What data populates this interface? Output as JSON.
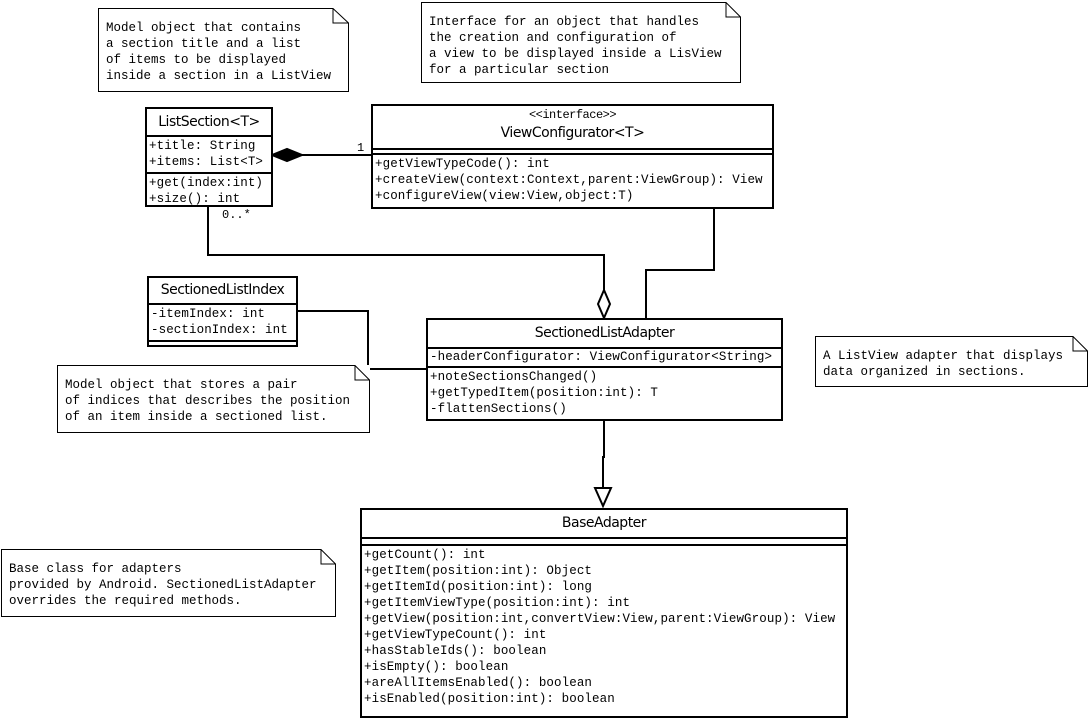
{
  "notes": [
    {
      "lines": [
        "Model object that contains",
        "a section title and a list",
        "of items to be displayed",
        "inside a section in a ListView"
      ]
    },
    {
      "lines": [
        "Interface for an object that handles",
        "the creation and configuration of",
        "a view to be displayed inside a LisView",
        "for a particular section"
      ]
    },
    {
      "lines": [
        "Model object that stores a pair",
        "of indices that describes the position",
        "of an item inside a sectioned list."
      ]
    },
    {
      "lines": [
        "A ListView adapter that displays",
        "data organized in sections."
      ]
    },
    {
      "lines": [
        "Base class for adapters",
        "provided by Android. SectionedListAdapter",
        "overrides the required methods."
      ]
    }
  ],
  "classes": {
    "list_section": {
      "name": "ListSection<T>",
      "attributes": [
        "+title: String",
        "+items: List<T>"
      ],
      "methods": [
        "+get(index:int)",
        "+size(): int"
      ]
    },
    "view_configurator": {
      "stereotype": "<<interface>>",
      "name": "ViewConfigurator<T>",
      "methods": [
        "+getViewTypeCode(): int",
        "+createView(context:Context,parent:ViewGroup): View",
        "+configureView(view:View,object:T)"
      ]
    },
    "sectioned_list_index": {
      "name": "SectionedListIndex",
      "attributes": [
        "-itemIndex: int",
        "-sectionIndex: int"
      ]
    },
    "sectioned_list_adapter": {
      "name": "SectionedListAdapter",
      "attributes": [
        "-headerConfigurator: ViewConfigurator<String>"
      ],
      "methods": [
        "+noteSectionsChanged()",
        "+getTypedItem(position:int): T",
        "-flattenSections()"
      ]
    },
    "base_adapter": {
      "name": "BaseAdapter",
      "methods": [
        "+getCount(): int",
        "+getItem(position:int): Object",
        "+getItemId(position:int): long",
        "+getItemViewType(position:int): int",
        "+getView(position:int,convertView:View,parent:ViewGroup): View",
        "+getViewTypeCount(): int",
        "+hasStableIds(): boolean",
        "+isEmpty(): boolean",
        "+areAllItemsEnabled(): boolean",
        "+isEnabled(position:int): boolean"
      ]
    }
  },
  "multiplicities": {
    "composition_one": "1",
    "aggregation_many": "0..*"
  }
}
